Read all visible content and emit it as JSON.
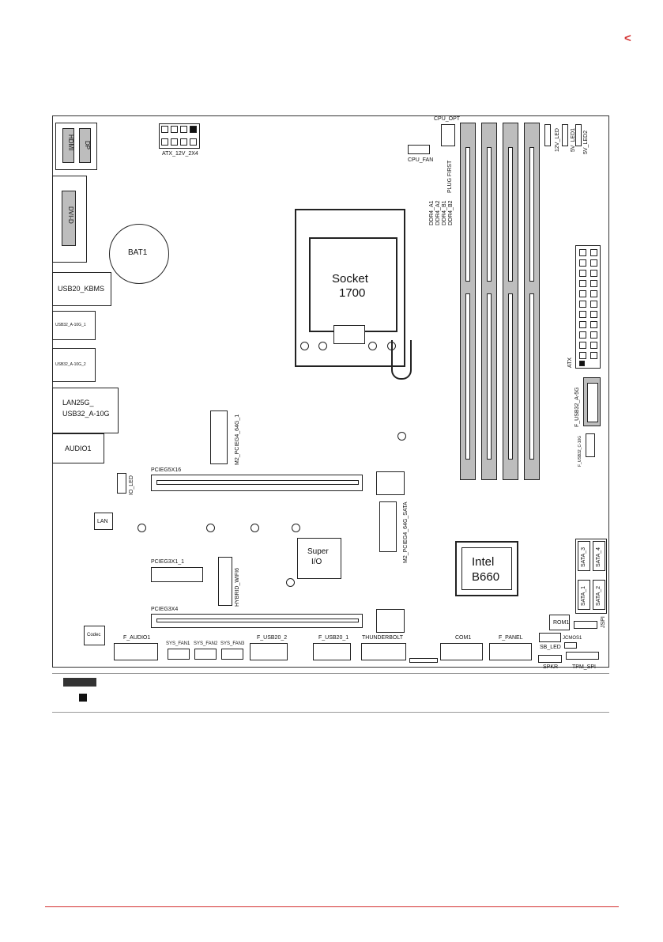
{
  "page": {
    "back_chevron": "<"
  },
  "board": {
    "rear_io": {
      "hdmi": "HDMI",
      "dp": "DP",
      "dvid": "DVI-D",
      "usb20_kbms": "USB20_KBMS",
      "usb32_1": "USB32_A-10G_1",
      "usb32_2": "USB32_A-10G_2",
      "lan_l1": "LAN25G_",
      "lan_l2": "USB32_A-10G",
      "audio1": "AUDIO1"
    },
    "bat1": "BAT1",
    "atx12v": "ATX_12V_2X4",
    "cpu_opt": "CPU_OPT",
    "cpu_fan": "CPU_FAN",
    "socket_l1": "Socket",
    "socket_l2": "1700",
    "dimm": {
      "plug_first": "PLUG FIRST",
      "a1": "DDR4_A1",
      "a2": "DDR4_A2",
      "b1": "DDR4_B1",
      "b2": "DDR4_B2"
    },
    "leds": {
      "12v": "12V_LED",
      "5v1": "5V_LED1",
      "5v2": "5V_LED2"
    },
    "atx": "ATX",
    "f_usb32_a5g": "F_USB32_A-5G",
    "f_usb32_c10g": "F_USB32_C-10G",
    "m2_1": "M2_PCIEG4_64G_1",
    "m2_sata": "M2_PCIEG4_64G_SATA",
    "pcie16": "PCIEG5X16",
    "pcie1": "PCIEG3X1_1",
    "pcie4": "PCIEG3X4",
    "io_led": "IO_LED",
    "lan": "LAN",
    "hybrid": "HYBRID_WIFI6",
    "superio_l1": "Super",
    "superio_l2": "I/O",
    "chip_l1": "Intel",
    "chip_l2": "B660",
    "sata": {
      "s1": "SATA_1",
      "s2": "SATA_2",
      "s3": "SATA_3",
      "s4": "SATA_4"
    },
    "codec": "Codec",
    "rom1": "ROM1",
    "jspi": "JSPI",
    "bottom": {
      "f_audio1": "F_AUDIO1",
      "sys1": "SYS_FAN1",
      "sys2": "SYS_FAN2",
      "sys3": "SYS_FAN3",
      "f_usb20_2": "F_USB20_2",
      "f_usb20_1": "F_USB20_1",
      "thunderbolt": "THUNDERBOLT",
      "com1": "COM1",
      "f_panel": "F_PANEL",
      "sb_led": "SB_LED",
      "jcmos1": "JCMOS1",
      "spkr": "SPKR",
      "tpm": "TPM_SPI"
    }
  },
  "colors": {
    "accent": "#d32f2f",
    "panel_gray": "#bdbdbd",
    "line": "#222222"
  }
}
